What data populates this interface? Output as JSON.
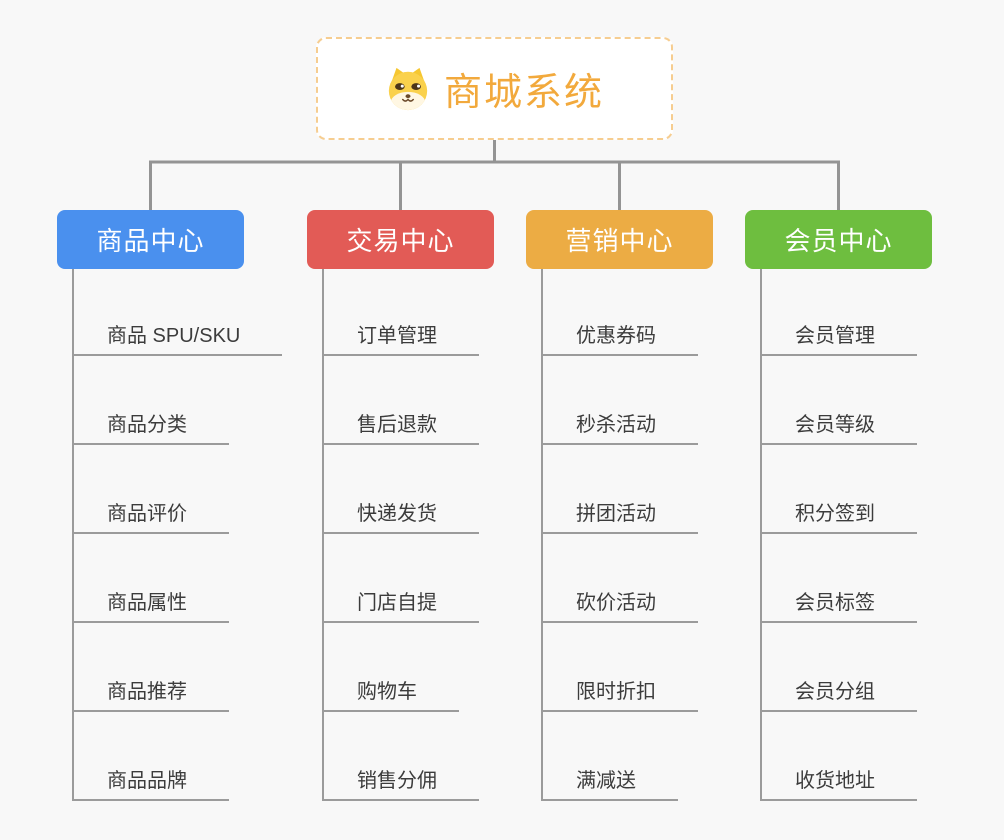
{
  "canvas": {
    "background_color": "#f8f8f8",
    "connector_color": "#949494",
    "child_line_color": "#9b9b9b"
  },
  "root": {
    "label": "商城系统",
    "icon": "dog-face-icon",
    "text_color": "#f2a93c",
    "border_color": "#f6cd90"
  },
  "branches": [
    {
      "label": "商品中心",
      "color": "#4a90ee",
      "children": [
        "商品 SPU/SKU",
        "商品分类",
        "商品评价",
        "商品属性",
        "商品推荐",
        "商品品牌"
      ]
    },
    {
      "label": "交易中心",
      "color": "#e25b56",
      "children": [
        "订单管理",
        "售后退款",
        "快递发货",
        "门店自提",
        "购物车",
        "销售分佣"
      ]
    },
    {
      "label": "营销中心",
      "color": "#ecac44",
      "children": [
        "优惠券码",
        "秒杀活动",
        "拼团活动",
        "砍价活动",
        "限时折扣",
        "满减送"
      ]
    },
    {
      "label": "会员中心",
      "color": "#6ebe3f",
      "children": [
        "会员管理",
        "会员等级",
        "积分签到",
        "会员标签",
        "会员分组",
        "收货地址"
      ]
    }
  ]
}
